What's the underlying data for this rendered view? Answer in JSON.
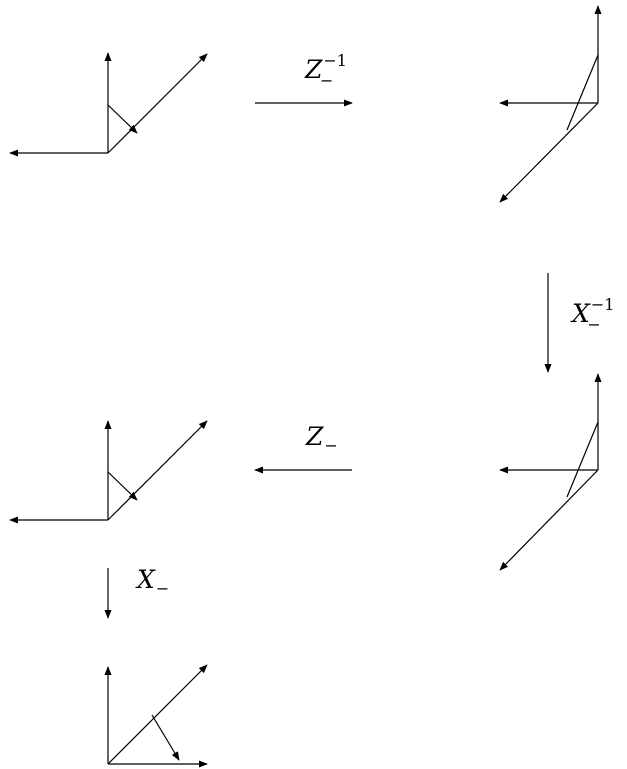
{
  "diagram": {
    "labels": {
      "z_inverse": {
        "base": "Z",
        "sub": "−",
        "sup": "−1"
      },
      "x_inverse": {
        "base": "X",
        "sub": "−",
        "sup": "−1"
      },
      "z": {
        "base": "Z",
        "sub": "−"
      },
      "x": {
        "base": "X",
        "sub": "−"
      }
    }
  }
}
